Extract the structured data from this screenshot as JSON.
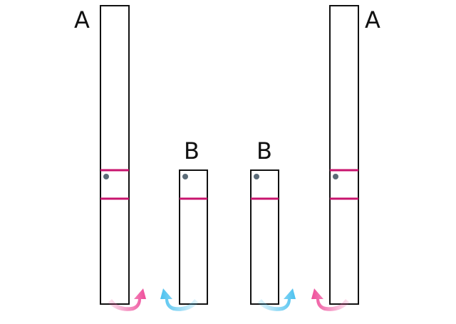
{
  "labels": {
    "left_tall": "A",
    "left_short": "B",
    "right_short": "B",
    "right_tall": "A"
  },
  "colors": {
    "outline": "#111111",
    "band": "#c8146e",
    "dot": "#5b6b78",
    "pink_arrow": "#ee4d9a",
    "blue_arrow": "#4cc1ef"
  },
  "icons": {
    "pink": "curved-arrow-icon",
    "blue": "curved-arrow-icon"
  }
}
